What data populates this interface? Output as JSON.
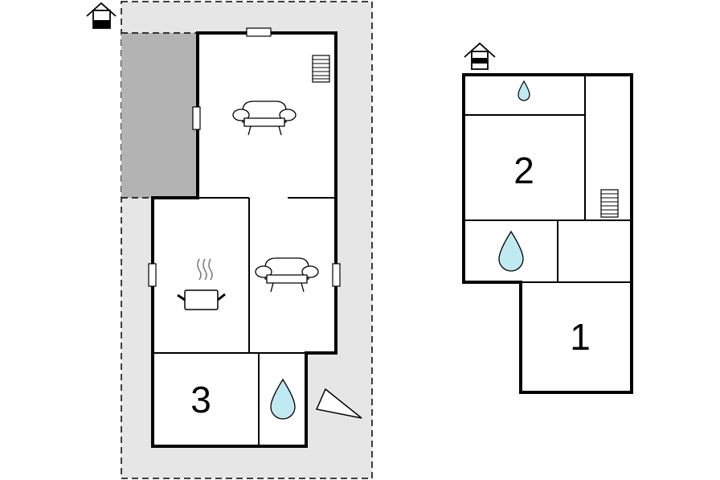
{
  "left_floor": {
    "icon": "house-level-icon",
    "rooms": [
      {
        "id": "living-top",
        "furniture": "sofa-icon"
      },
      {
        "id": "kitchen",
        "furniture": "cooking-pot-icon"
      },
      {
        "id": "living-right",
        "furniture": "sofa-icon"
      },
      {
        "id": "bedroom-3",
        "label": "3"
      },
      {
        "id": "bathroom",
        "furniture": "water-drop-icon"
      }
    ],
    "stairs": "stairs-icon",
    "compass": "north-arrow-icon"
  },
  "right_floor": {
    "icon": "house-level-icon",
    "rooms": [
      {
        "id": "small-bath",
        "furniture": "water-drop-icon"
      },
      {
        "id": "bedroom-2",
        "label": "2"
      },
      {
        "id": "bathroom-2",
        "furniture": "water-drop-icon"
      },
      {
        "id": "bedroom-1",
        "label": "1"
      }
    ],
    "stairs": "stairs-icon"
  },
  "colors": {
    "terrace": "#e6e6e6",
    "covered_area": "#b3b3b3",
    "water": "#bfeaf2",
    "wall": "#000000"
  }
}
